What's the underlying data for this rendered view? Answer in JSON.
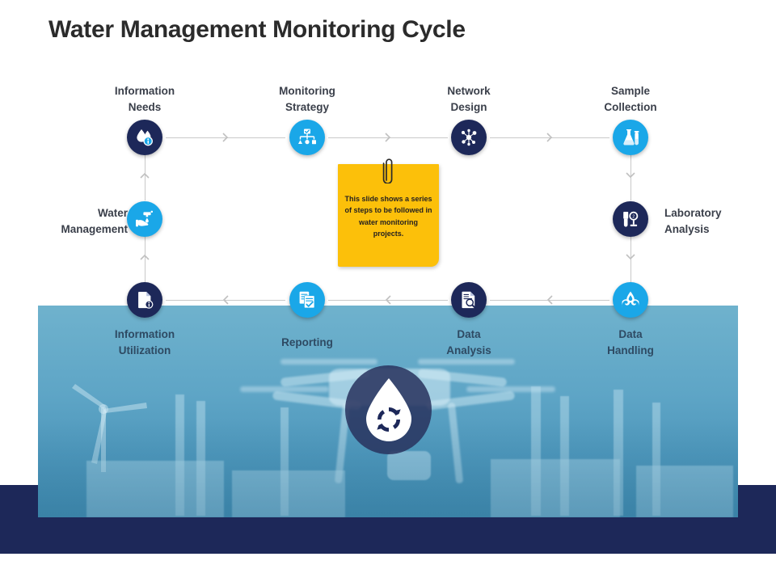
{
  "slide": {
    "title": "Water Management Monitoring Cycle",
    "background_color": "#ffffff",
    "band_color": "#1d2859",
    "accent_navy": "#1d2859",
    "accent_blue": "#1aa7e8",
    "note_color": "#fcc00a"
  },
  "note": {
    "text": "This slide shows a series of steps to be followed in water monitoring projects.",
    "clip_icon": "paperclip-icon"
  },
  "emblem": {
    "icon": "water-drop-recycle-icon",
    "circle_color": "#29335e"
  },
  "steps": [
    {
      "id": "information-needs",
      "label": "Information\nNeeds",
      "icon": "water-drops-info-icon",
      "color": "#1d2859",
      "row": "top",
      "order": 1
    },
    {
      "id": "monitoring-strategy",
      "label": "Monitoring\nStrategy",
      "icon": "org-chart-check-icon",
      "color": "#1aa7e8",
      "row": "top",
      "order": 2
    },
    {
      "id": "network-design",
      "label": "Network\nDesign",
      "icon": "network-nodes-icon",
      "color": "#1d2859",
      "row": "top",
      "order": 3
    },
    {
      "id": "sample-collection",
      "label": "Sample\nCollection",
      "icon": "flask-test-tube-icon",
      "color": "#1aa7e8",
      "row": "top",
      "order": 4
    },
    {
      "id": "laboratory-analysis",
      "label": "Laboratory\nAnalysis",
      "icon": "microscope-test-tube-icon",
      "color": "#1d2859",
      "row": "middle-right",
      "order": 5
    },
    {
      "id": "data-handling",
      "label": "Data\nHandling",
      "icon": "hands-water-drop-icon",
      "color": "#1aa7e8",
      "row": "bottom",
      "order": 6
    },
    {
      "id": "data-analysis",
      "label": "Data\nAnalysis",
      "icon": "document-magnifier-icon",
      "color": "#1d2859",
      "row": "bottom",
      "order": 7
    },
    {
      "id": "reporting",
      "label": "Reporting",
      "icon": "documents-check-icon",
      "color": "#1aa7e8",
      "row": "bottom",
      "order": 8
    },
    {
      "id": "information-utilization",
      "label": "Information\nUtilization",
      "icon": "document-info-icon",
      "color": "#1d2859",
      "row": "bottom",
      "order": 9
    },
    {
      "id": "water-management",
      "label": "Water\nManagement",
      "icon": "faucet-hand-icon",
      "color": "#1aa7e8",
      "row": "middle-left",
      "order": 10
    }
  ],
  "connectors": [
    {
      "id": "conn-needs-strategy",
      "direction": "right"
    },
    {
      "id": "conn-strategy-network",
      "direction": "right"
    },
    {
      "id": "conn-network-sample",
      "direction": "right"
    },
    {
      "id": "conn-sample-lab",
      "direction": "down"
    },
    {
      "id": "conn-lab-handling",
      "direction": "down"
    },
    {
      "id": "conn-handling-analysis",
      "direction": "left"
    },
    {
      "id": "conn-analysis-reporting",
      "direction": "left"
    },
    {
      "id": "conn-reporting-utilization",
      "direction": "left"
    },
    {
      "id": "conn-utilization-water",
      "direction": "up"
    },
    {
      "id": "conn-water-needs",
      "direction": "up"
    }
  ]
}
